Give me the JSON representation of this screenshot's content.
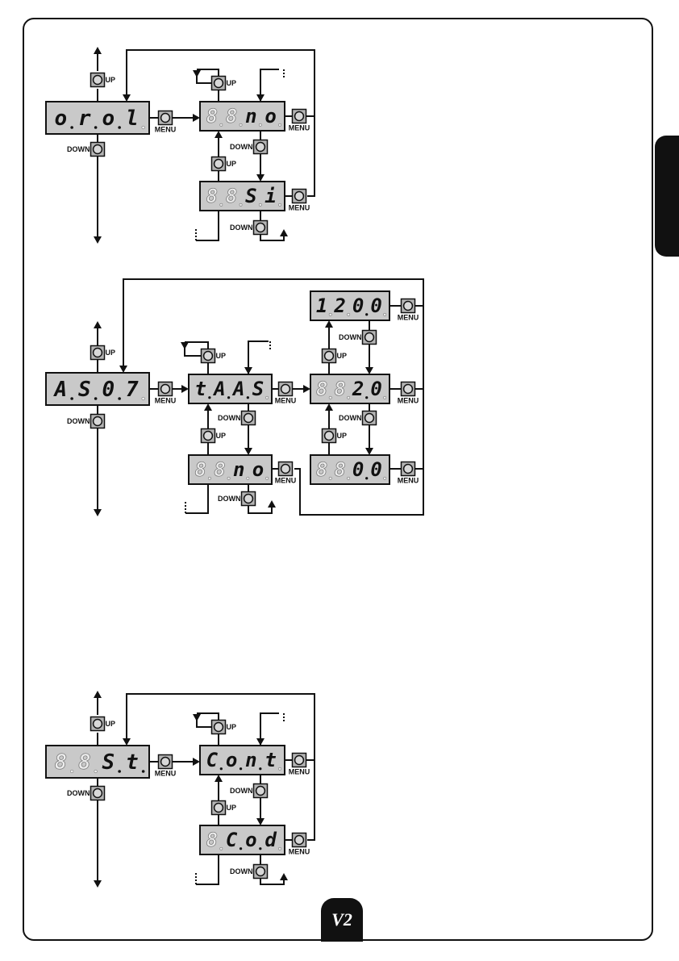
{
  "buttons": {
    "up": "UP",
    "down": "DOWN",
    "menu": "MENU"
  },
  "logo": {
    "text": "V2"
  },
  "diagram1": {
    "main_display": "o.r.o.l",
    "options": [
      "no",
      "Si"
    ]
  },
  "diagram2": {
    "main_display": "A.S.0.7",
    "options": [
      "t.A.A.S",
      "no"
    ],
    "values": [
      "120.0",
      "2.0",
      "0.0"
    ]
  },
  "diagram3": {
    "main_display": "S.t.",
    "options": [
      "C.o.n.t",
      "C.o.d"
    ]
  }
}
